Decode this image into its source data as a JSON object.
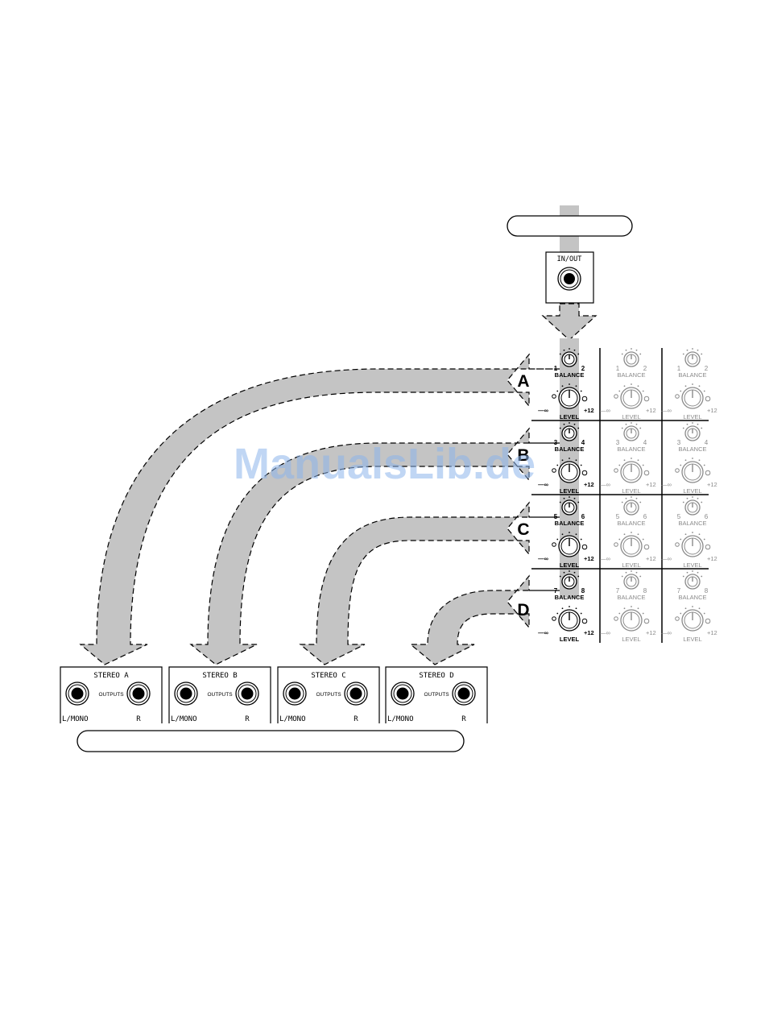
{
  "top_pill": {
    "text": ""
  },
  "bottom_pill": {
    "text": ""
  },
  "inout_jack": {
    "label": "IN/OUT"
  },
  "busses": [
    {
      "letter": "A",
      "numbers": [
        "1",
        "2"
      ]
    },
    {
      "letter": "B",
      "numbers": [
        "3",
        "4"
      ]
    },
    {
      "letter": "C",
      "numbers": [
        "5",
        "6"
      ]
    },
    {
      "letter": "D",
      "numbers": [
        "7",
        "8"
      ]
    }
  ],
  "controls": {
    "balance_label": "BALANCE",
    "level_label": "LEVEL",
    "min_label": "—∞",
    "max_label": "+12"
  },
  "outputs": [
    {
      "title": "STEREO A",
      "left": "L/MONO",
      "center": "OUTPUTS",
      "right": "R"
    },
    {
      "title": "STEREO B",
      "left": "L/MONO",
      "center": "OUTPUTS",
      "right": "R"
    },
    {
      "title": "STEREO C",
      "left": "L/MONO",
      "center": "OUTPUTS",
      "right": "R"
    },
    {
      "title": "STEREO D",
      "left": "L/MONO",
      "center": "OUTPUTS",
      "right": "R"
    }
  ],
  "watermark": "ManualsLib.de",
  "colors": {
    "arrow_fill": "#c4c4c4",
    "line": "#000000",
    "faded": "#8a8a8a"
  }
}
